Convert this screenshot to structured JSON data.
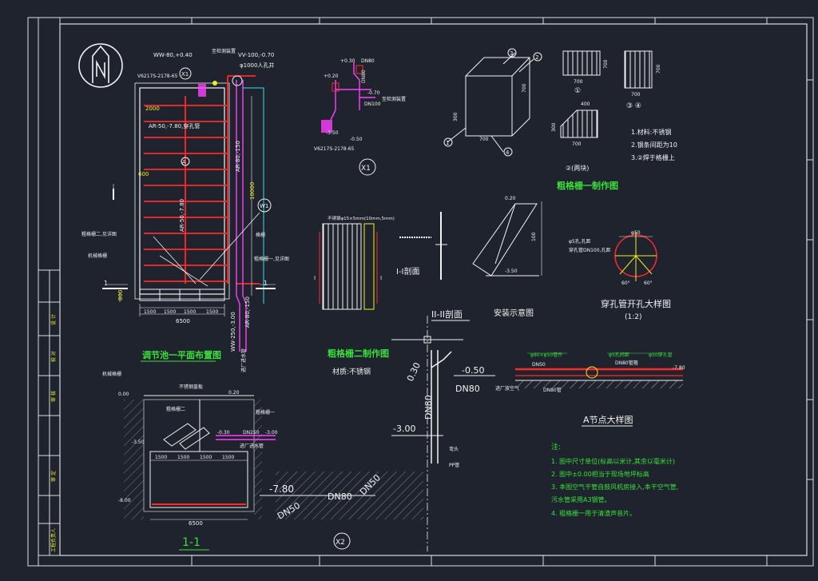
{
  "colors": {
    "background": "#1e232d",
    "frame": "#d9dce2",
    "red": "#ff2a2a",
    "green": "#39e03a",
    "yellow": "#f0f020",
    "cyan": "#33e6e6",
    "magenta": "#ff40ff",
    "white": "#f2f2f2",
    "hatch": "#aab0ba"
  },
  "north_arrow_icon": "north-arrow-icon",
  "plan": {
    "title": "调节池一平面布置图",
    "labels": {
      "pipe_ww1": "WW-80,+0.40",
      "pipe_vv": "VV-100,-0.70",
      "valve_box": "至检测装置",
      "manhole": "φ1000人孔井",
      "pump": "V6217S-2178-65",
      "x1": "X1",
      "ar1": "AR-50,-7.80,穿孔管",
      "ar2": "AR-80,-150",
      "ar3": "AR-50,-7.80",
      "ar4": "AR-80,-150",
      "ww2": "WW-250,-3.00",
      "dim_2000": "2000",
      "dim_600": "600",
      "dim_10000": "10000",
      "dim_800": "800",
      "dim_1500a": "1500",
      "dim_1500b": "1500",
      "dim_1500c": "1500",
      "dim_1500d": "1500",
      "dim_6500": "6500",
      "screen2": "粗格栅二,见详图",
      "screen1": "粗格栅一,见详图",
      "machine": "机械格栅",
      "grate_label": "格栅",
      "w1": "W1",
      "a_mark": "A",
      "inlet": "进厂进水管",
      "sec_mark_l": "1",
      "sec_mark_r": "1"
    }
  },
  "section11": {
    "title": "1-1",
    "labels": {
      "machine": "机械格栅",
      "screen_top": "不锈钢盖板",
      "screen2": "粗格栅二",
      "screen1": "粗格栅一",
      "lvl_000": "0.00",
      "lvl_020": "0.20",
      "lvl_m350": "-3.50",
      "lvl_m030": "-0.30",
      "lvl_m800": "-8.00",
      "dn250": "DN250",
      "lvl_m300": "-3.00",
      "inlet": "进厂进水管",
      "d1": "1500",
      "d2": "1500",
      "d3": "1500",
      "d4": "1500",
      "total": "6500"
    }
  },
  "x1_detail": {
    "tag": "X1",
    "labels": {
      "p030": "+0.30",
      "dn80": "DN80",
      "p020": "+0.20",
      "dn80b": "DN80",
      "m070": "-0.70",
      "dn100": "DN100",
      "valve": "至检测装置",
      "m350": "-3.50",
      "m050": "-0.50",
      "pump": "V6217S-2178-65"
    }
  },
  "iso": {
    "labels": {
      "n1": "1",
      "n2": "2",
      "n3": "3",
      "n4": "4",
      "d700a": "700",
      "d700b": "700",
      "d300": "300"
    }
  },
  "screen_shapes": {
    "title": "粗格栅一制作图",
    "labels": {
      "w700a": "700",
      "h700a": "700",
      "w700b": "700",
      "h700b": "700",
      "c1": "①",
      "c34": "③ ④",
      "w400": "400",
      "w700c": "700",
      "h300": "300",
      "c2": "②(两块)"
    },
    "notes": [
      "1.材料:不锈钢",
      "2.钢条间距为10",
      "3.②焊于格栅上"
    ]
  },
  "screen2_detail": {
    "title": "粗格栅二制作图",
    "material": "材质:不锈钢",
    "bar_spec": "不锈钢φ15×5mm(10mm,5mm)",
    "section_label": "I-I剖面",
    "install_label": "安装示意图",
    "dim_100": "100",
    "lvl_m350": "-3.50",
    "lvl_020": "0.20",
    "sec_left": "I",
    "sec_right": "I"
  },
  "perforation": {
    "title": "穿孔管开孔大样图",
    "scale": "(1:2)",
    "label1": "φ5孔,孔距",
    "label2": "穿孔管DN100,孔距",
    "dim50": "φ50",
    "ang1": "60°",
    "ang2": "60°"
  },
  "node_a": {
    "title": "A节点大样图",
    "labels": {
      "p1": "φ80×φ50管件",
      "p2": "φ5孔间距",
      "p3": "φ50穿孔管",
      "dn50": "DN50",
      "dn80": "DN80管箍",
      "dn80b": "DN80管",
      "m780": "-7.80"
    }
  },
  "x2_detail": {
    "tag": "X2",
    "title": "II-II剖面",
    "labels": {
      "p030": "0.30",
      "m050": "-0.50",
      "dn80": "DN80",
      "airvalve": "进厂放空气",
      "dn80v": "DN80",
      "m300": "-3.00",
      "fitting": "弯头",
      "pipe": "PP管",
      "m780": "-7.80",
      "dn80b": "DN80",
      "dn50": "DN50",
      "dn50b": "DN50"
    }
  },
  "notes": {
    "heading": "注:",
    "items": [
      "1. 图中尺寸单位(标高以米计,其余以毫米计)",
      "2. 图中±0.00相当于现场地坪标高",
      "3. 本图空气干管自鼓风机房接入,本干空气管,",
      "   污水管采用A3钢管。",
      "4. 粗格栅一用于清渣声音片。"
    ]
  },
  "title_block": {
    "cells": [
      "设 计",
      "校 对",
      "审 核",
      "审 定",
      "工程负责人"
    ]
  }
}
